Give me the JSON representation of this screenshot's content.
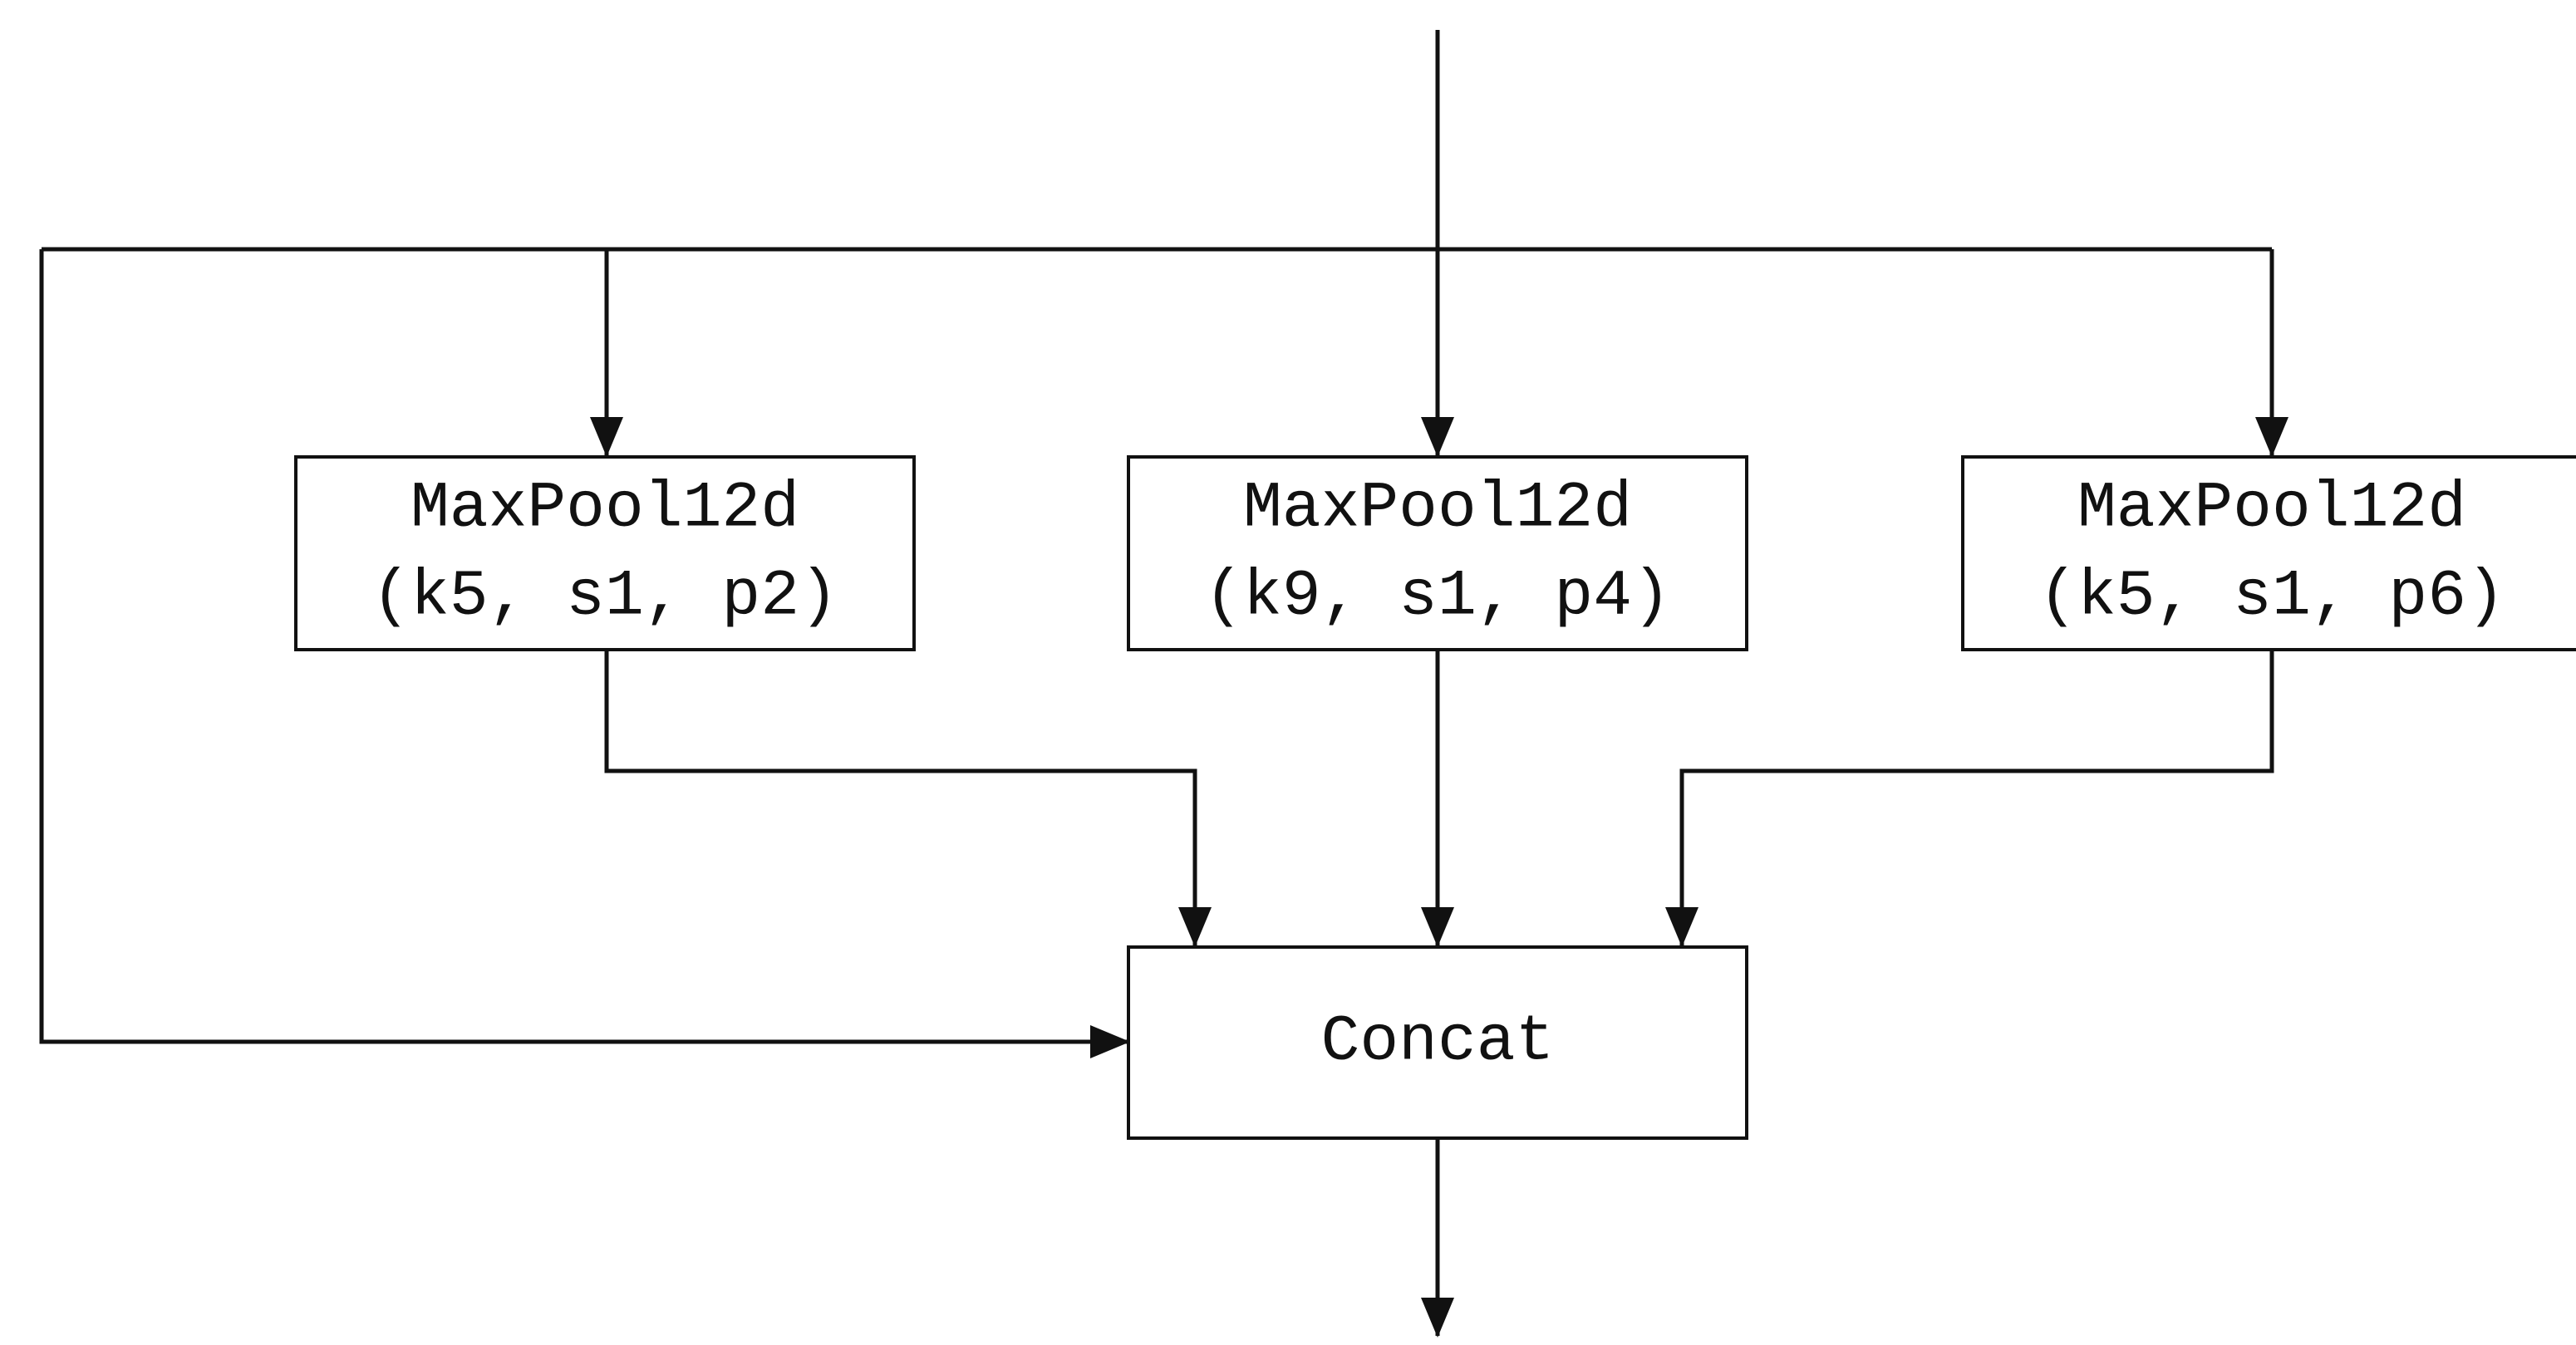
{
  "diagram": {
    "pool_left": {
      "name": "MaxPool12d",
      "params": "(k5, s1, p2)"
    },
    "pool_middle": {
      "name": "MaxPool12d",
      "params": "(k9, s1, p4)"
    },
    "pool_right": {
      "name": "MaxPool12d",
      "params": "(k5, s1, p6)"
    },
    "concat": {
      "label": "Concat"
    }
  }
}
